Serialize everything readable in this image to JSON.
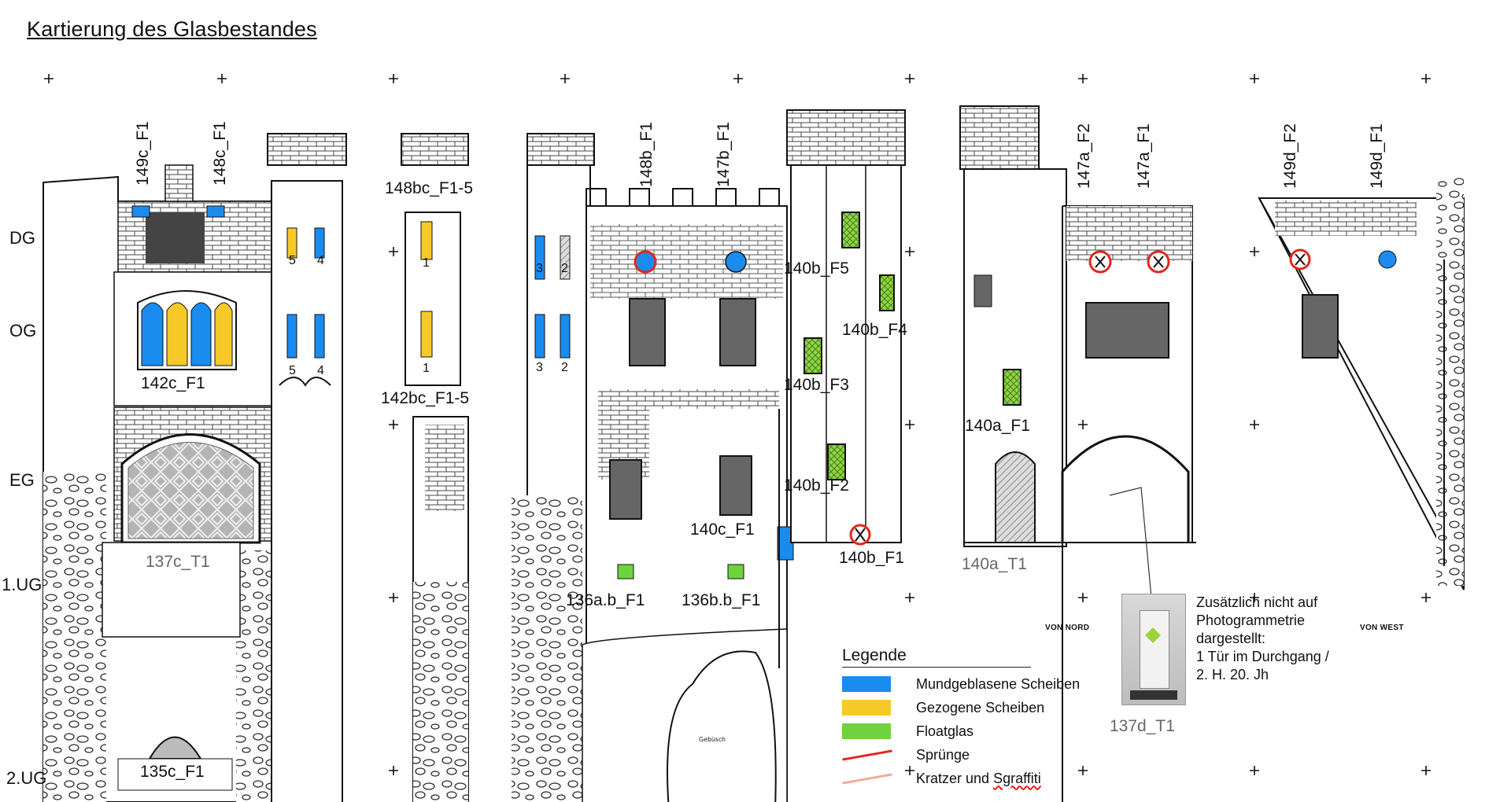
{
  "title": "Kartierung des Glasbestandes",
  "floors": [
    "DG",
    "OG",
    "EG",
    "1.UG",
    "2.UG"
  ],
  "labels": {
    "l_149c_f1": "149c_F1",
    "l_148c_f1": "148c_F1",
    "l_142c_f1": "142c_F1",
    "l_137c_t1": "137c_T1",
    "l_135c_f1": "135c_F1",
    "l_148bc": "148bc_F1-5",
    "l_142bc": "142bc_F1-5",
    "l_148b_f1": "148b_F1",
    "l_147b_f1": "147b_F1",
    "l_140c_f1": "140c_F1",
    "l_136ab": "136a.b_F1",
    "l_136bb": "136b.b_F1",
    "l_140b_f5": "140b_F5",
    "l_140b_f4": "140b_F4",
    "l_140b_f3": "140b_F3",
    "l_140b_f2": "140b_F2",
    "l_140b_f1": "140b_F1",
    "l_147a_f2": "147a_F2",
    "l_147a_f1": "147a_F1",
    "l_140a_f1": "140a_F1",
    "l_140a_t1": "140a_T1",
    "l_149d_f2": "149d_F2",
    "l_149d_f1": "149d_F1",
    "l_137d_t1": "137d_T1"
  },
  "pane_numbers": {
    "t1_a": "5",
    "t1_b": "4",
    "t1_c": "5",
    "t1_d": "4",
    "t2_a": "1",
    "t2_b": "1",
    "t3_a": "3",
    "t3_b": "2",
    "t3_c": "3",
    "t3_d": "2"
  },
  "orientation": {
    "von_nord": "VON NORD",
    "von_west": "VON WEST",
    "gebuesch": "Gebüsch"
  },
  "note": {
    "line1": "Zusätzlich nicht auf",
    "line2": "Photogrammetrie",
    "line3": "dargestellt:",
    "line4": "1 Tür im Durchgang /",
    "line5": "2. H. 20. Jh"
  },
  "legend": {
    "title": "Legende",
    "items": [
      {
        "label": "Mundgeblasene Scheiben",
        "color": "#1a8cf0"
      },
      {
        "label": "Gezogene Scheiben",
        "color": "#f7c928"
      },
      {
        "label": "Floatglas",
        "color": "#6fd23f"
      },
      {
        "label": "Sprünge",
        "color": "#e3261c"
      },
      {
        "label": "Kratzer und ",
        "label2": "Sgraffiti",
        "color": "#f2a99a"
      }
    ]
  },
  "colors": {
    "blown_glass": "#1a8cf0",
    "drawn_glass": "#f7c928",
    "float_glass": "#6fd23f",
    "cracks": "#e3261c",
    "scratches": "#f2a99a"
  }
}
